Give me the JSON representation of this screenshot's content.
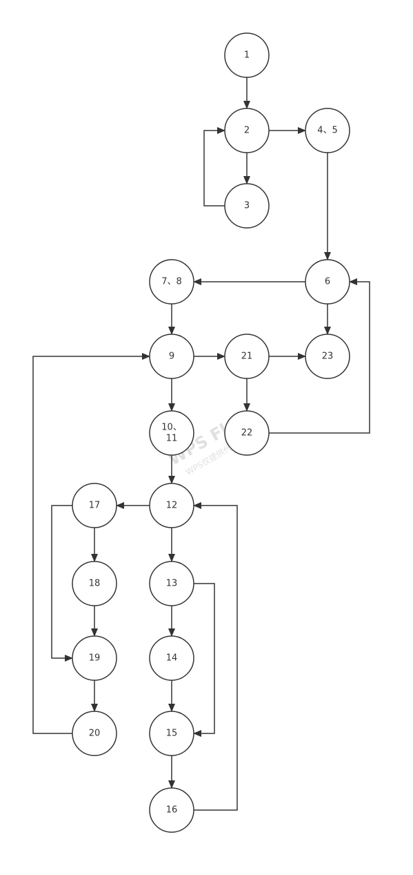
{
  "diagram": {
    "nodes": [
      {
        "id": "n1",
        "lines": [
          "1"
        ]
      },
      {
        "id": "n2",
        "lines": [
          "2"
        ]
      },
      {
        "id": "n3",
        "lines": [
          "3"
        ]
      },
      {
        "id": "n45",
        "lines": [
          "4、5"
        ]
      },
      {
        "id": "n6",
        "lines": [
          "6"
        ]
      },
      {
        "id": "n78",
        "lines": [
          "7、8"
        ]
      },
      {
        "id": "n9",
        "lines": [
          "9"
        ]
      },
      {
        "id": "n21",
        "lines": [
          "21"
        ]
      },
      {
        "id": "n23",
        "lines": [
          "23"
        ]
      },
      {
        "id": "n1011",
        "lines": [
          "10、",
          "11"
        ]
      },
      {
        "id": "n22",
        "lines": [
          "22"
        ]
      },
      {
        "id": "n12",
        "lines": [
          "12"
        ]
      },
      {
        "id": "n17",
        "lines": [
          "17"
        ]
      },
      {
        "id": "n13",
        "lines": [
          "13"
        ]
      },
      {
        "id": "n18",
        "lines": [
          "18"
        ]
      },
      {
        "id": "n14",
        "lines": [
          "14"
        ]
      },
      {
        "id": "n19",
        "lines": [
          "19"
        ]
      },
      {
        "id": "n20",
        "lines": [
          "20"
        ]
      },
      {
        "id": "n15",
        "lines": [
          "15"
        ]
      },
      {
        "id": "n16",
        "lines": [
          "16"
        ]
      }
    ],
    "edges": [
      {
        "from": "n1",
        "to": "n2"
      },
      {
        "from": "n2",
        "to": "n3"
      },
      {
        "from": "n2",
        "to": "n45"
      },
      {
        "from": "n3",
        "to": "n2"
      },
      {
        "from": "n45",
        "to": "n6"
      },
      {
        "from": "n6",
        "to": "n78"
      },
      {
        "from": "n6",
        "to": "n23"
      },
      {
        "from": "n78",
        "to": "n9"
      },
      {
        "from": "n9",
        "to": "n21"
      },
      {
        "from": "n9",
        "to": "n1011"
      },
      {
        "from": "n21",
        "to": "n23"
      },
      {
        "from": "n21",
        "to": "n22"
      },
      {
        "from": "n22",
        "to": "n6"
      },
      {
        "from": "n1011",
        "to": "n12"
      },
      {
        "from": "n12",
        "to": "n17"
      },
      {
        "from": "n12",
        "to": "n13"
      },
      {
        "from": "n17",
        "to": "n18"
      },
      {
        "from": "n17",
        "to": "n19"
      },
      {
        "from": "n18",
        "to": "n19"
      },
      {
        "from": "n19",
        "to": "n20"
      },
      {
        "from": "n20",
        "to": "n9"
      },
      {
        "from": "n13",
        "to": "n14"
      },
      {
        "from": "n13",
        "to": "n15"
      },
      {
        "from": "n14",
        "to": "n15"
      },
      {
        "from": "n15",
        "to": "n16"
      },
      {
        "from": "n16",
        "to": "n12"
      }
    ]
  },
  "watermark": {
    "main": "WPS Flow",
    "sub": "WPS仅提供代理服务"
  },
  "colors": {
    "stroke": "#333333",
    "background": "#ffffff",
    "watermark": "#d9d9d9"
  }
}
